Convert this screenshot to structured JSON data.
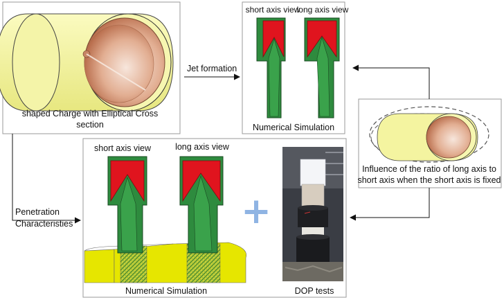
{
  "charge_box": {
    "caption_line1": "shaped Charge with Elliptical Cross",
    "caption_line2": "section"
  },
  "jet_box": {
    "short_axis_label": "short axis view",
    "long_axis_label": "long axis view",
    "caption": "Numerical Simulation"
  },
  "arrow_jet": {
    "label": "Jet formation"
  },
  "arrow_penetration": {
    "label_line1": "Penetration",
    "label_line2": "Characteristies"
  },
  "ratio_box": {
    "caption_line1": "Influence of the ratio of long axis to",
    "caption_line2": "short axis when the short axis is fixed"
  },
  "penetration_box": {
    "short_axis_label": "short axis view",
    "long_axis_label": "long axis view",
    "sim_caption": "Numerical Simulation",
    "test_caption": "DOP tests",
    "plus_symbol": "+"
  },
  "colors": {
    "charge_yellow": "#f3f39a",
    "liner_copper": "#d99a76",
    "explosive_green": "#2e8b3e",
    "liner_red": "#e0141e",
    "target_yellow": "#e6e600",
    "plus_blue": "#8fb4e3"
  }
}
